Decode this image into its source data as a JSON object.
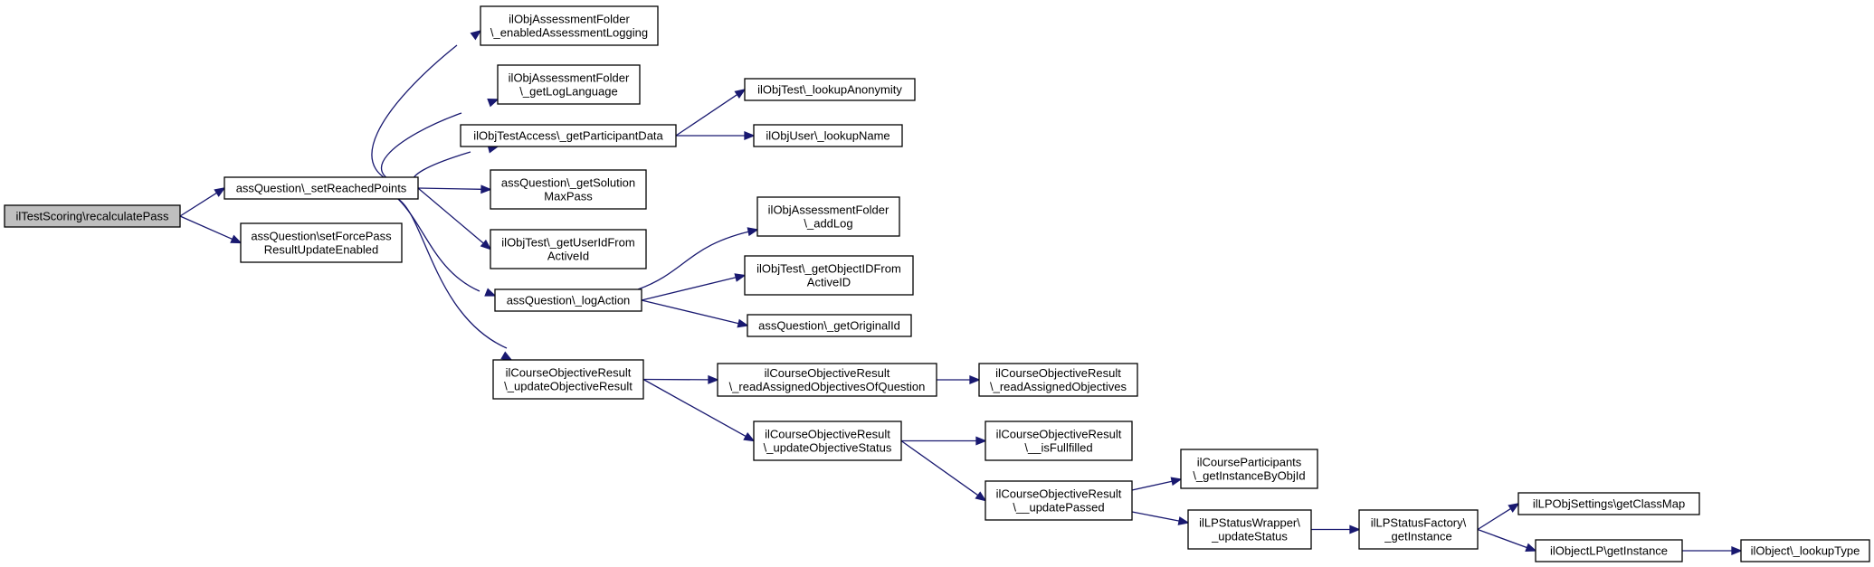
{
  "nodes": [
    {
      "id": "root",
      "lines": [
        "ilTestScoring\\recalculatePass"
      ],
      "highlight": true
    },
    {
      "id": "setReached",
      "lines": [
        "assQuestion\\_setReachedPoints"
      ]
    },
    {
      "id": "setForce",
      "lines": [
        "assQuestion\\setForcePass",
        "ResultUpdateEnabled"
      ]
    },
    {
      "id": "enabledLog",
      "lines": [
        "ilObjAssessmentFolder",
        "\\_enabledAssessmentLogging"
      ]
    },
    {
      "id": "getLogLang",
      "lines": [
        "ilObjAssessmentFolder",
        "\\_getLogLanguage"
      ]
    },
    {
      "id": "getPartData",
      "lines": [
        "ilObjTestAccess\\_getParticipantData"
      ]
    },
    {
      "id": "getSolMax",
      "lines": [
        "assQuestion\\_getSolution",
        "MaxPass"
      ]
    },
    {
      "id": "getUserId",
      "lines": [
        "ilObjTest\\_getUserIdFrom",
        "ActiveId"
      ]
    },
    {
      "id": "logAction",
      "lines": [
        "assQuestion\\_logAction"
      ]
    },
    {
      "id": "updObjRes",
      "lines": [
        "ilCourseObjectiveResult",
        "\\_updateObjectiveResult"
      ]
    },
    {
      "id": "lookupAnon",
      "lines": [
        "ilObjTest\\_lookupAnonymity"
      ]
    },
    {
      "id": "lookupName",
      "lines": [
        "ilObjUser\\_lookupName"
      ]
    },
    {
      "id": "addLog",
      "lines": [
        "ilObjAssessmentFolder",
        "\\_addLog"
      ]
    },
    {
      "id": "getObjId",
      "lines": [
        "ilObjTest\\_getObjectIDFrom",
        "ActiveID"
      ]
    },
    {
      "id": "getOrigId",
      "lines": [
        "assQuestion\\_getOriginalId"
      ]
    },
    {
      "id": "readAssignedQ",
      "lines": [
        "ilCourseObjectiveResult",
        "\\_readAssignedObjectivesOfQuestion"
      ]
    },
    {
      "id": "updObjStatus",
      "lines": [
        "ilCourseObjectiveResult",
        "\\_updateObjectiveStatus"
      ]
    },
    {
      "id": "readAssigned",
      "lines": [
        "ilCourseObjectiveResult",
        "\\_readAssignedObjectives"
      ]
    },
    {
      "id": "isFull",
      "lines": [
        "ilCourseObjectiveResult",
        "\\__isFullfilled"
      ]
    },
    {
      "id": "updPassed",
      "lines": [
        "ilCourseObjectiveResult",
        "\\__updatePassed"
      ]
    },
    {
      "id": "getInstByObj",
      "lines": [
        "ilCourseParticipants",
        "\\_getInstanceByObjId"
      ]
    },
    {
      "id": "lpUpdate",
      "lines": [
        "ilLPStatusWrapper\\",
        "_updateStatus"
      ]
    },
    {
      "id": "lpFactory",
      "lines": [
        "ilLPStatusFactory\\",
        "_getInstance"
      ]
    },
    {
      "id": "classMap",
      "lines": [
        "ilLPObjSettings\\getClassMap"
      ]
    },
    {
      "id": "objLPInst",
      "lines": [
        "ilObjectLP\\getInstance"
      ]
    },
    {
      "id": "lookupType",
      "lines": [
        "ilObject\\_lookupType"
      ]
    }
  ],
  "edges": [
    {
      "from": "root",
      "to": "setReached"
    },
    {
      "from": "root",
      "to": "setForce"
    },
    {
      "from": "setReached",
      "to": "enabledLog"
    },
    {
      "from": "setReached",
      "to": "getLogLang"
    },
    {
      "from": "setReached",
      "to": "getPartData"
    },
    {
      "from": "setReached",
      "to": "getSolMax"
    },
    {
      "from": "setReached",
      "to": "getUserId"
    },
    {
      "from": "setReached",
      "to": "logAction"
    },
    {
      "from": "setReached",
      "to": "updObjRes"
    },
    {
      "from": "getPartData",
      "to": "lookupAnon"
    },
    {
      "from": "getPartData",
      "to": "lookupName"
    },
    {
      "from": "logAction",
      "to": "addLog"
    },
    {
      "from": "logAction",
      "to": "getObjId"
    },
    {
      "from": "logAction",
      "to": "getOrigId"
    },
    {
      "from": "updObjRes",
      "to": "readAssignedQ"
    },
    {
      "from": "updObjRes",
      "to": "updObjStatus"
    },
    {
      "from": "readAssignedQ",
      "to": "readAssigned"
    },
    {
      "from": "updObjStatus",
      "to": "isFull"
    },
    {
      "from": "updObjStatus",
      "to": "updPassed"
    },
    {
      "from": "updPassed",
      "to": "getInstByObj"
    },
    {
      "from": "updPassed",
      "to": "lpUpdate"
    },
    {
      "from": "lpUpdate",
      "to": "lpFactory"
    },
    {
      "from": "lpFactory",
      "to": "classMap"
    },
    {
      "from": "lpFactory",
      "to": "objLPInst"
    },
    {
      "from": "objLPInst",
      "to": "lookupType"
    }
  ]
}
